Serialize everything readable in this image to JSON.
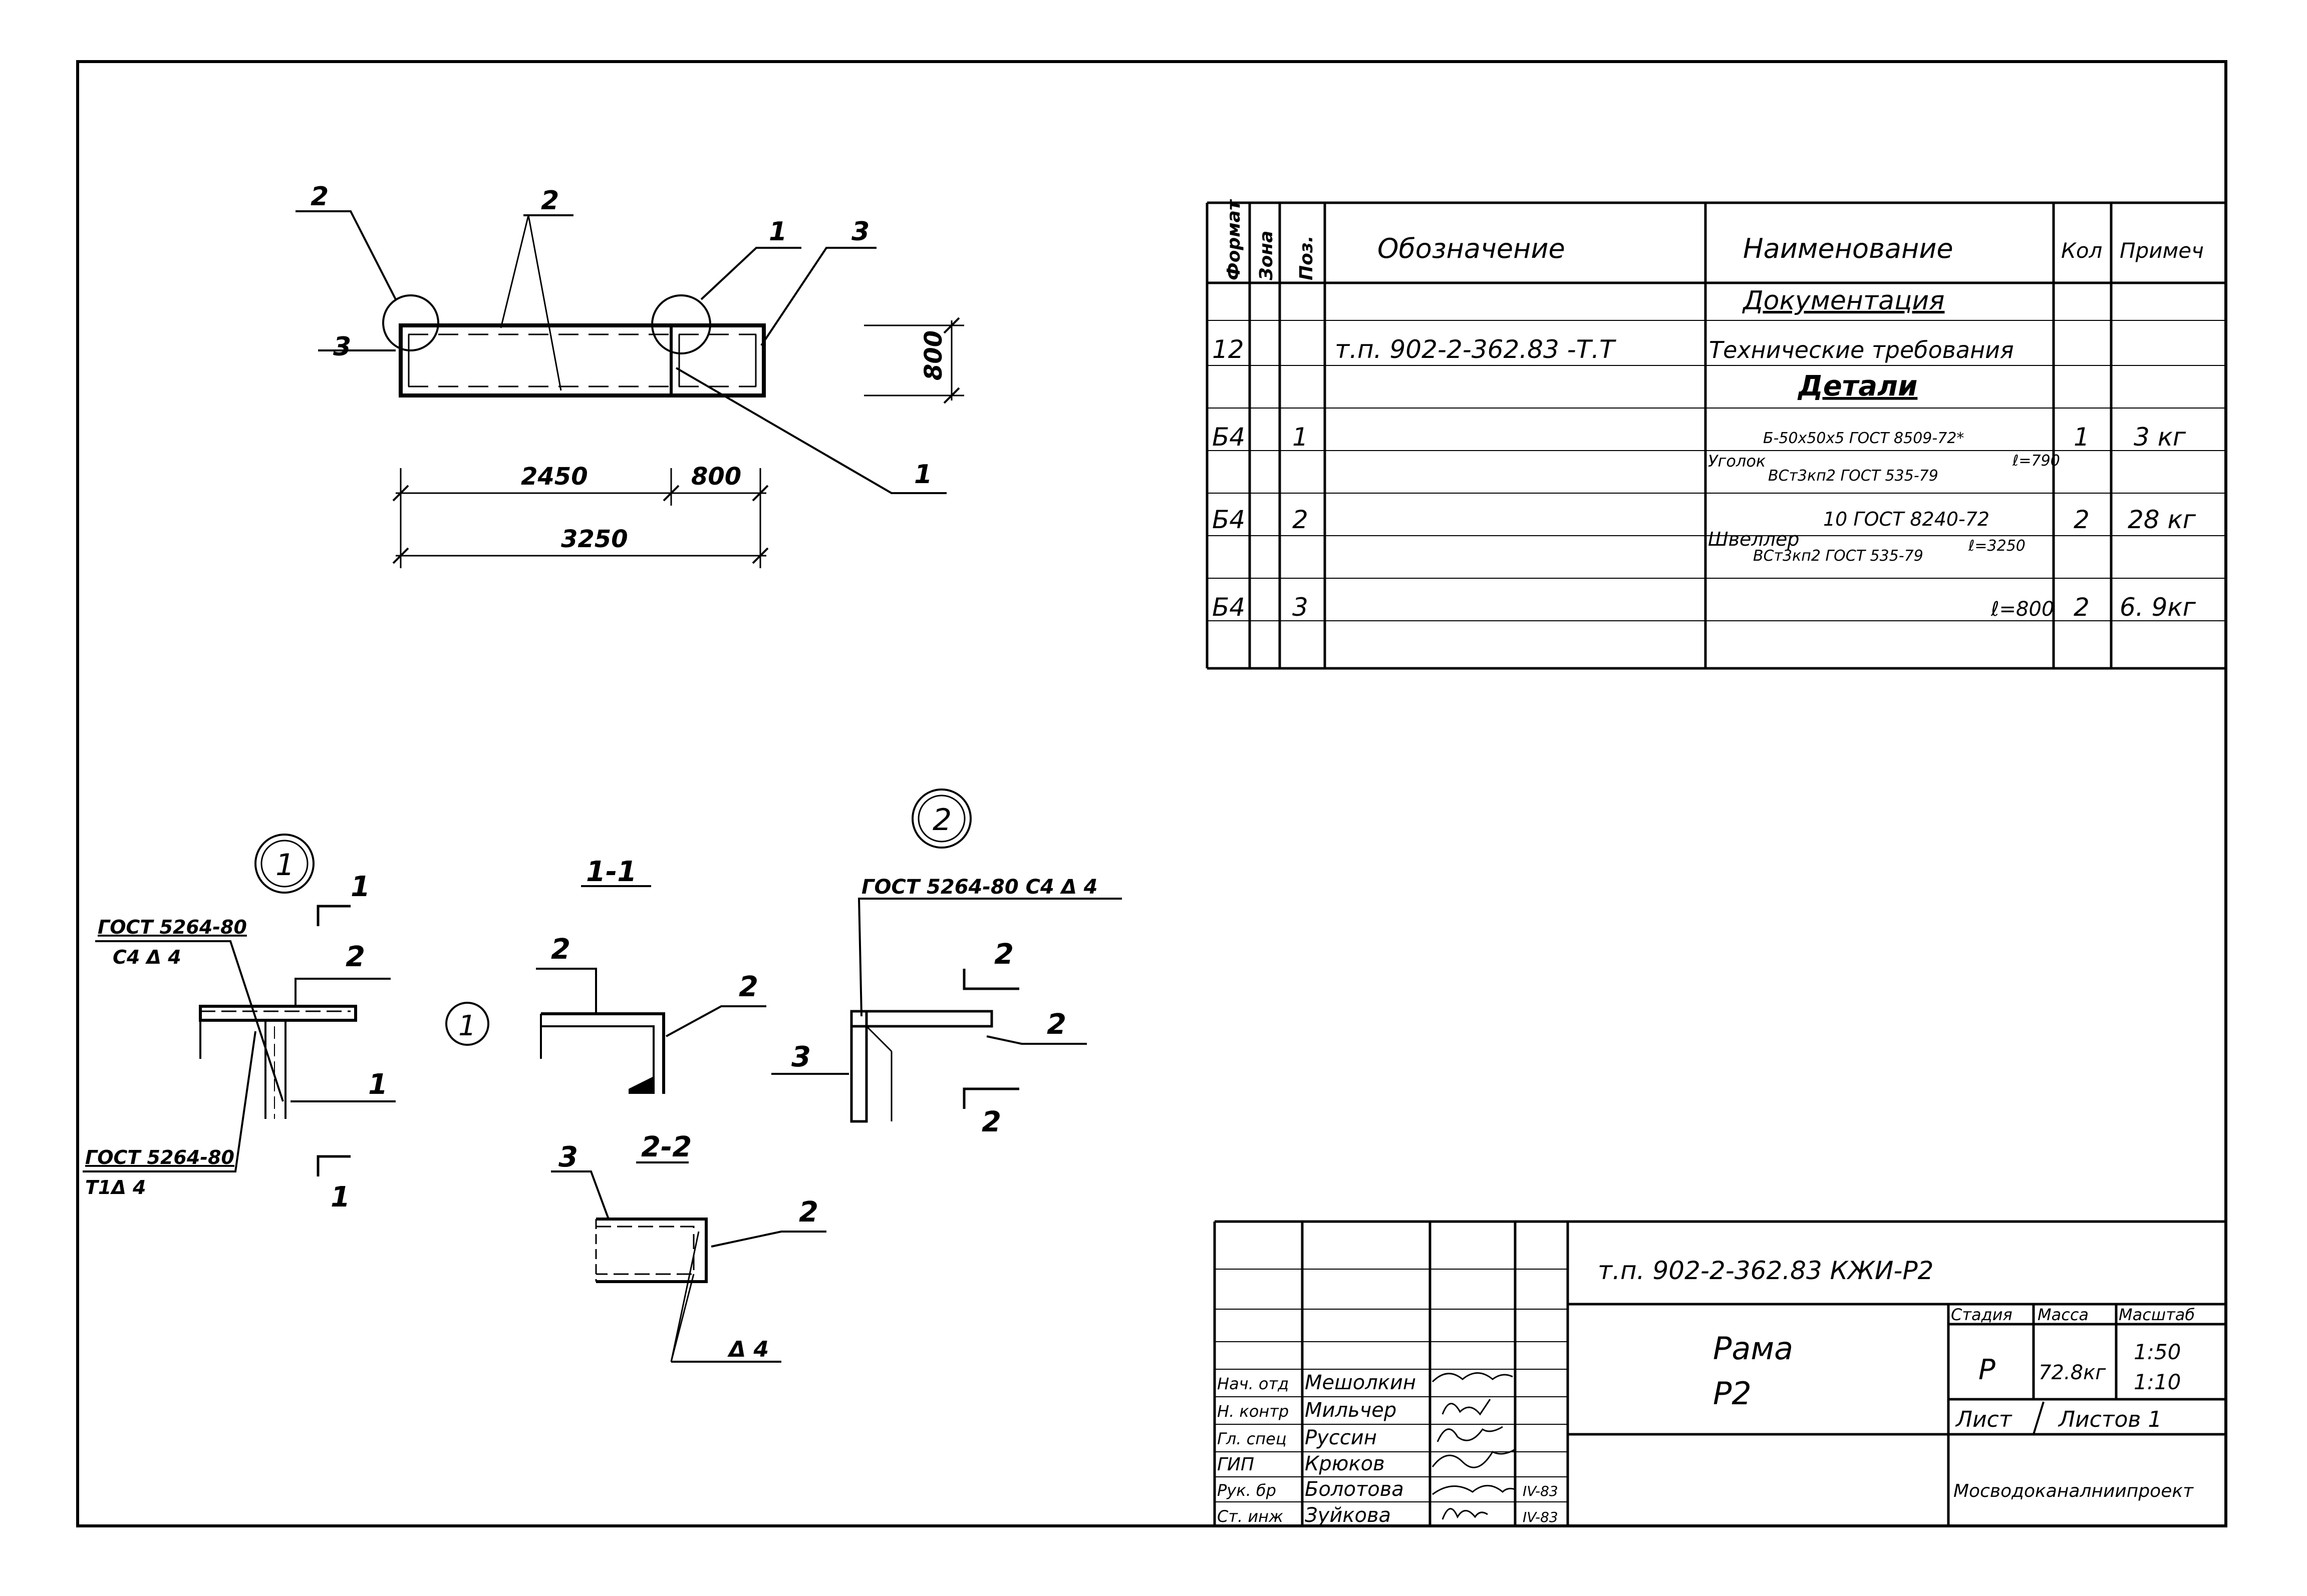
{
  "plan": {
    "callouts": [
      "2",
      "2",
      "1",
      "3",
      "3",
      "1"
    ],
    "dims": [
      "2450",
      "800",
      "3250",
      "800"
    ]
  },
  "spec": {
    "headers": {
      "format": "Формат",
      "zone": "Зона",
      "pos": "Поз.",
      "designation": "Обозначение",
      "name": "Наименование",
      "qty": "Кол",
      "note": "Примеч"
    },
    "section_docs": "Документация",
    "section_parts": "Детали",
    "rows": [
      {
        "format": "12",
        "pos": "",
        "designation": "т.п. 902-2-362.83 -Т.Т",
        "name": "Технические требования",
        "name2": "",
        "name3": "",
        "length": "",
        "qty": "",
        "note": ""
      },
      {
        "format": "Б4",
        "pos": "1",
        "designation": "",
        "name": "Уголок",
        "name2": "Б-50х50х5 ГОСТ 8509-72*",
        "name3": "ВСт3кп2 ГОСТ 535-79",
        "length": "ℓ=790",
        "qty": "1",
        "note": "3 кг"
      },
      {
        "format": "Б4",
        "pos": "2",
        "designation": "",
        "name": "Швеллер",
        "name2": "10 ГОСТ 8240-72",
        "name3": "ВСт3кп2 ГОСТ 535-79",
        "length": "ℓ=3250",
        "qty": "2",
        "note": "28 кг"
      },
      {
        "format": "Б4",
        "pos": "3",
        "designation": "",
        "name": "",
        "name2": "",
        "name3": "",
        "length": "ℓ=800",
        "qty": "2",
        "note": "6. 9кг"
      }
    ]
  },
  "details": {
    "node1_label": "1",
    "node2_label": "2",
    "section11_title": "1-1",
    "section22_title": "2-2",
    "weld_top": "ГОСТ 5264-80",
    "weld_top2": "С4 Δ 4",
    "weld_bottom": "ГОСТ 5264-80",
    "weld_bottom2": "Т1Δ 4",
    "weld_node2": "ГОСТ 5264-80 С4 Δ 4",
    "weld_22": "Δ 4",
    "marks": [
      "1",
      "2",
      "1",
      "1",
      "1",
      "2",
      "2",
      "2",
      "2",
      "3",
      "3",
      "2"
    ]
  },
  "titleblock": {
    "code": "т.п. 902-2-362.83  КЖИ-Р2",
    "title1": "Рама",
    "title2": "Р2",
    "stage_h": "Стадия",
    "mass_h": "Масса",
    "scale_h": "Масштаб",
    "stage": "Р",
    "mass": "72.8кг",
    "scale1": "1:50",
    "scale2": "1:10",
    "sheet": "Лист",
    "sheets": "Листов 1",
    "org": "Мосводоканалниипроект",
    "people": [
      {
        "role": "Нач. отд",
        "name": "Мешолкин"
      },
      {
        "role": "Н. контр",
        "name": "Мильчер"
      },
      {
        "role": "Гл. спец",
        "name": "Руссин"
      },
      {
        "role": "ГИП",
        "name": "Крюков"
      },
      {
        "role": "Рук. бр",
        "name": "Болотова"
      },
      {
        "role": "Ст. инж",
        "name": "Зуйкова"
      }
    ],
    "dates": [
      "",
      "",
      "",
      "",
      "IV-83",
      "IV-83"
    ]
  }
}
